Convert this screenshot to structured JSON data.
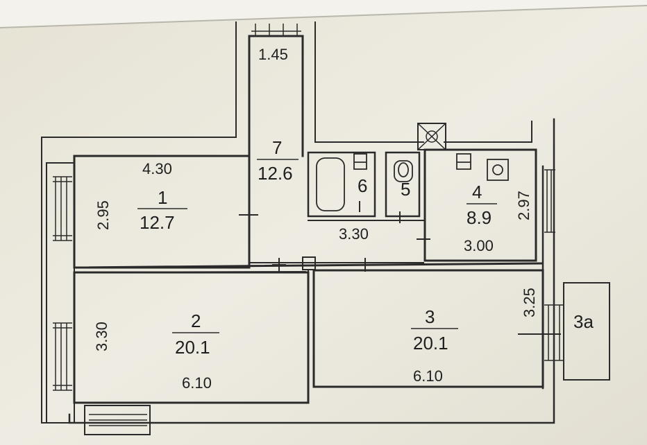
{
  "plan": {
    "rooms": [
      {
        "number": "1",
        "area": "12.7"
      },
      {
        "number": "2",
        "area": "20.1"
      },
      {
        "number": "3",
        "area": "20.1"
      },
      {
        "number": "4",
        "area": "8.9"
      },
      {
        "number": "5",
        "area": ""
      },
      {
        "number": "6",
        "area": ""
      },
      {
        "number": "7",
        "area": "12.6"
      },
      {
        "number": "3a",
        "area": ""
      }
    ],
    "dimensions": {
      "room1_width": "4.30",
      "room1_height": "2.95",
      "corridor_top_width": "1.45",
      "corridor_width": "3.30",
      "room4_width": "3.00",
      "room4_height": "2.97",
      "room2_height": "3.30",
      "room2_width": "6.10",
      "room3_height": "3.25",
      "room3_width": "6.10"
    }
  },
  "colors": {
    "paper": "#e9e6da",
    "paper_light": "#f1efe6",
    "line": "#2a2a2a",
    "background": "#3a3934"
  }
}
